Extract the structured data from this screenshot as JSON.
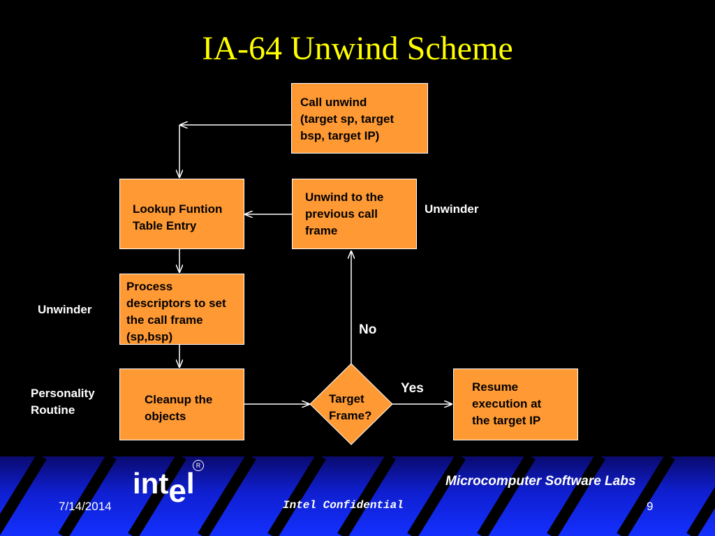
{
  "title": "IA-64 Unwind Scheme",
  "boxes": {
    "call_unwind": [
      "Call unwind",
      "(target sp, target",
      "bsp, target IP)"
    ],
    "unwind_previous": [
      "Unwind to the",
      "previous call",
      "frame"
    ],
    "lookup": [
      "Lookup Funtion",
      "Table Entry"
    ],
    "process": [
      "Process",
      "descriptors to set",
      "the call frame",
      "(sp,bsp)"
    ],
    "cleanup": [
      "Cleanup the",
      "objects"
    ],
    "resume": [
      "Resume",
      "execution at",
      "the target IP"
    ]
  },
  "decision": [
    "Target",
    "Frame?"
  ],
  "labels": {
    "unwinder_right": "Unwinder",
    "unwinder_left": "Unwinder",
    "personality": [
      "Personality",
      "Routine"
    ],
    "no": "No",
    "yes": "Yes"
  },
  "footer": {
    "logo_main": "int",
    "logo_e": "e",
    "logo_l": "l",
    "registered": "R",
    "company": "Microcomputer Software Labs",
    "date": "7/14/2014",
    "confidential": "Intel Confidential",
    "page": "9"
  },
  "colors": {
    "background": "#000000",
    "title": "#ffff00",
    "box_fill": "#ff9933",
    "lines": "#ffffff",
    "footer_blue": "#1430ff"
  }
}
